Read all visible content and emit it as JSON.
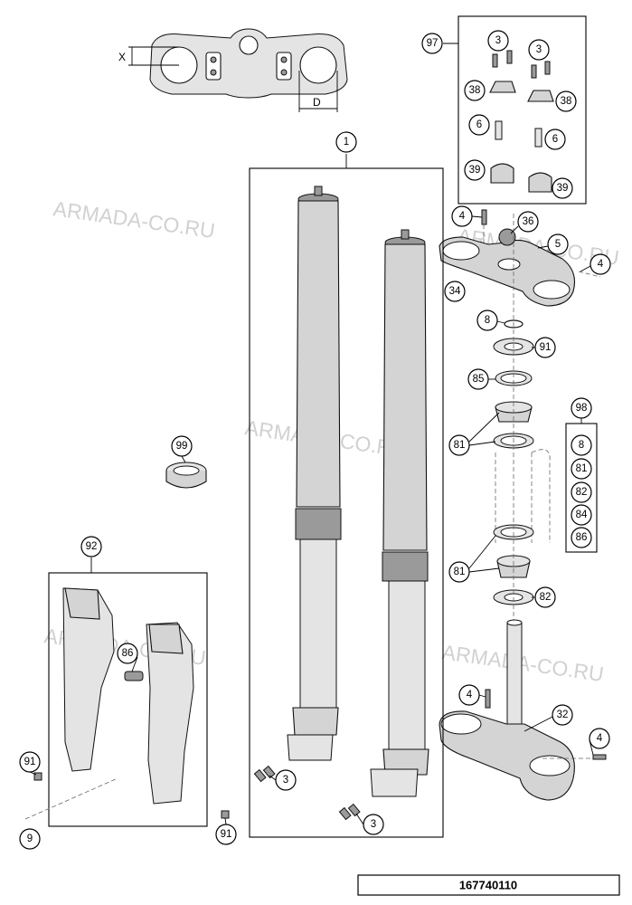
{
  "dimension_labels": {
    "x": "X",
    "d": "D"
  },
  "watermark": "ARMADA-CO.RU",
  "document_number": "167740110",
  "callouts": [
    "1",
    "3",
    "4",
    "5",
    "6",
    "8",
    "9",
    "32",
    "34",
    "36",
    "38",
    "39",
    "81",
    "82",
    "84",
    "85",
    "86",
    "91",
    "92",
    "97",
    "98",
    "99"
  ],
  "kit_98_items": [
    "8",
    "81",
    "82",
    "84",
    "86"
  ]
}
